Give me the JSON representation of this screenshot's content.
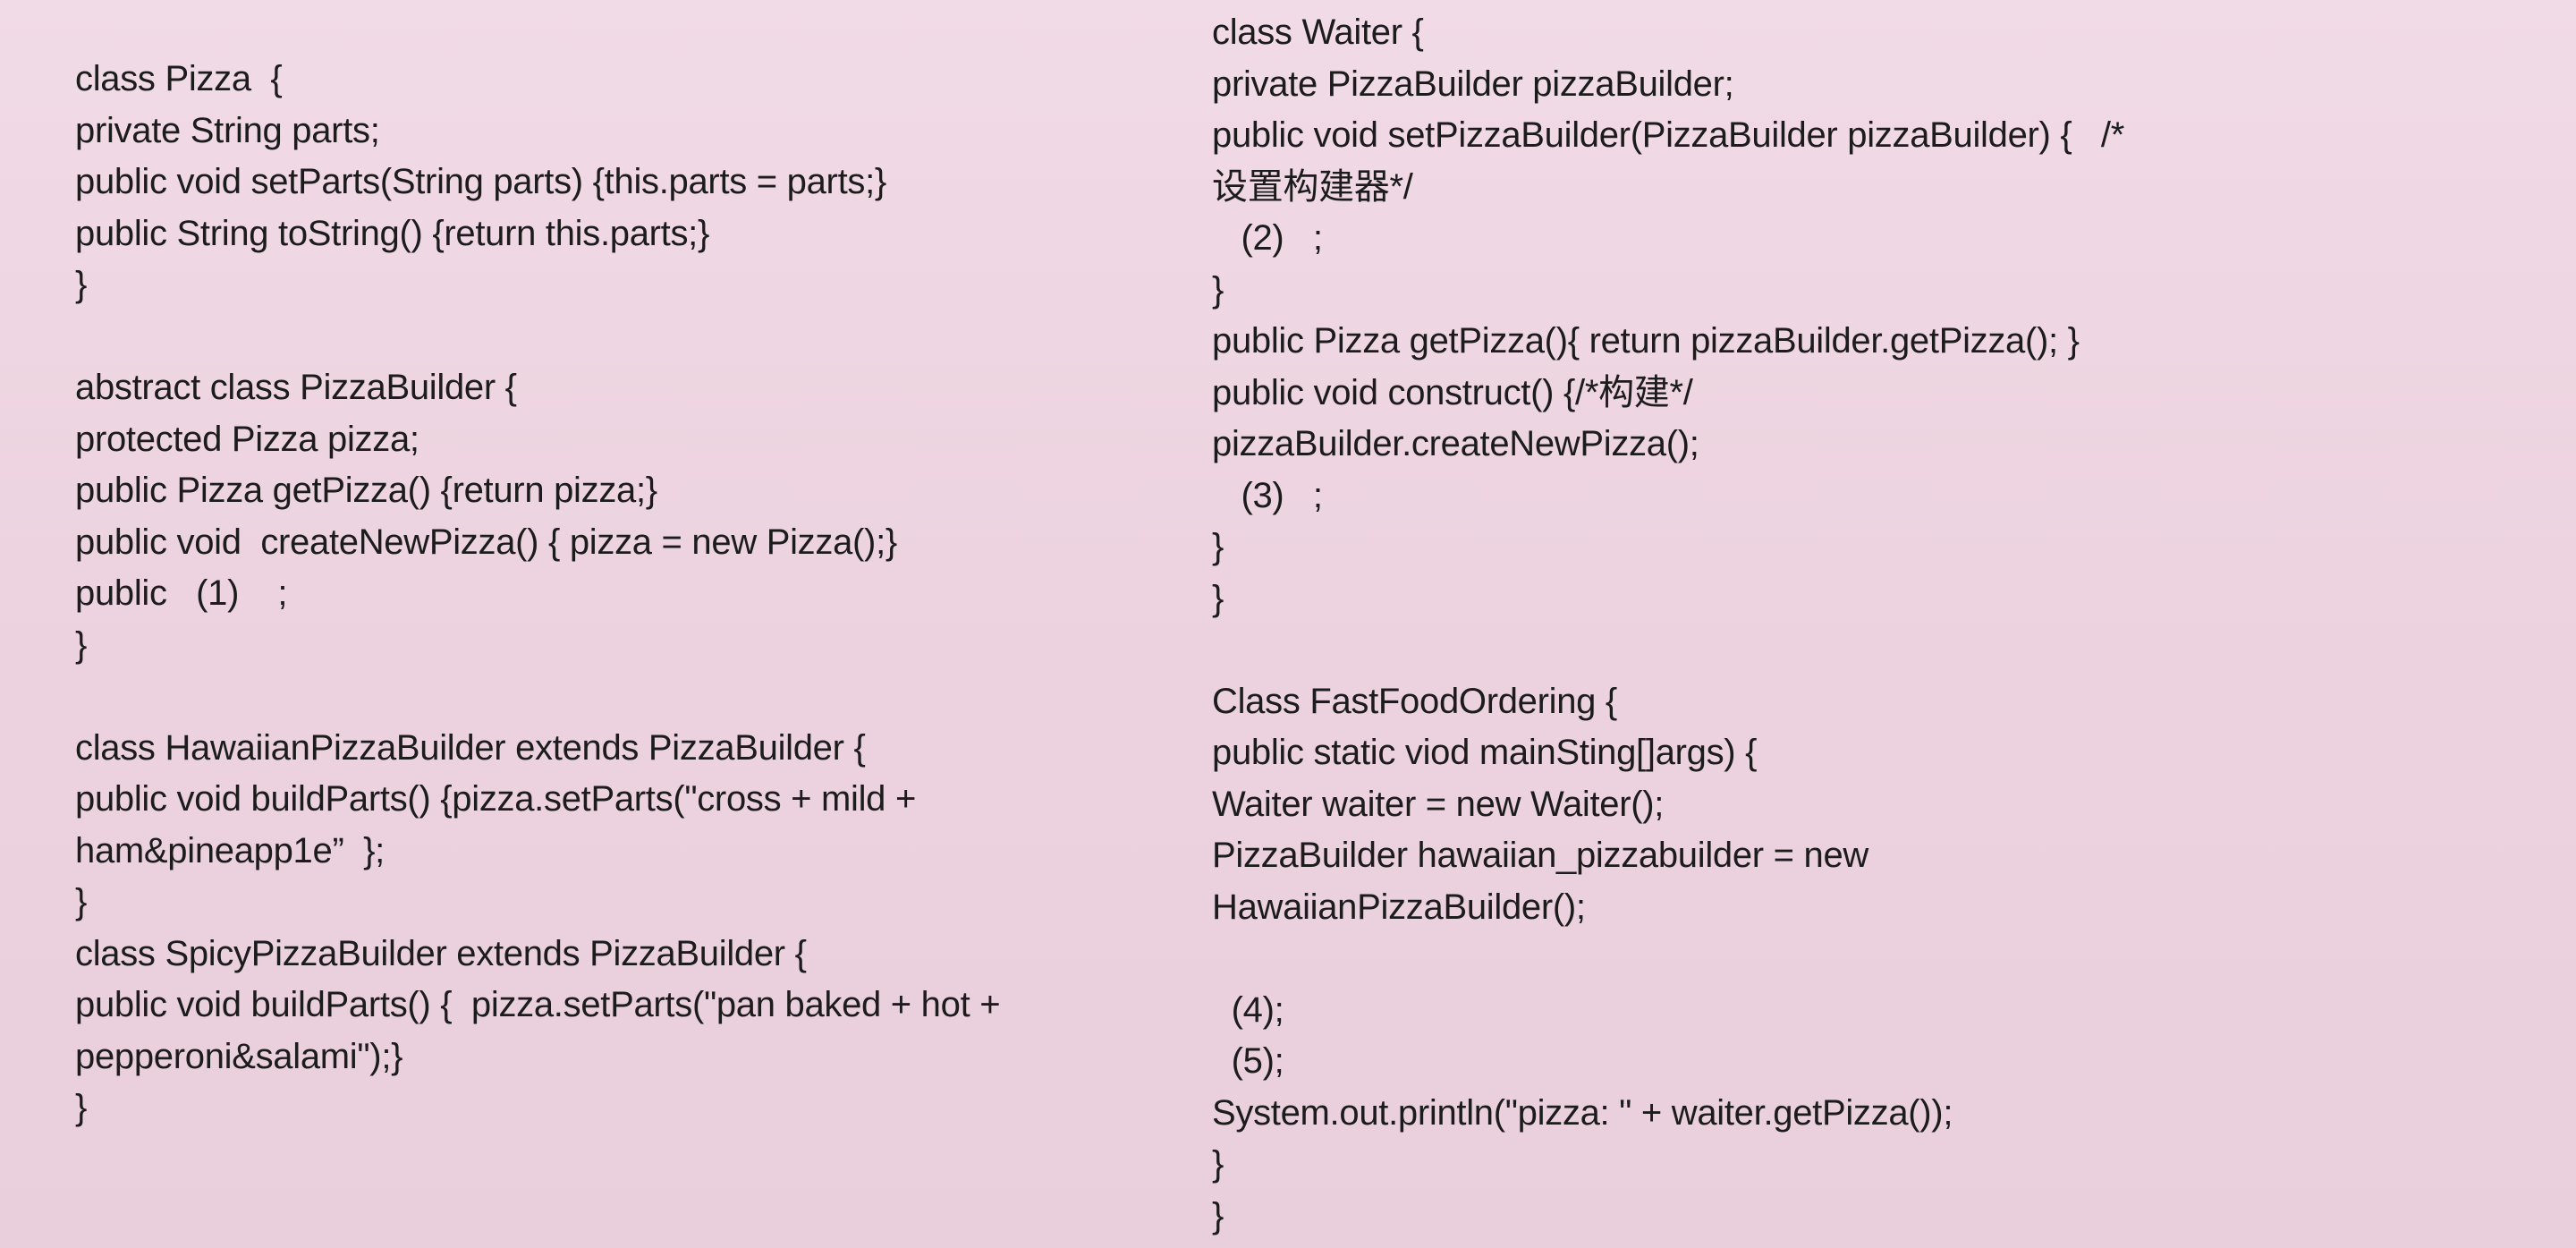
{
  "left_code": {
    "pizza_class": [
      "class Pizza  {",
      "private String parts;",
      "public void setParts(String parts) {this.parts = parts;}",
      "public String toString() {return this.parts;}",
      "}"
    ],
    "pizza_builder_class": [
      "abstract class PizzaBuilder {",
      "protected Pizza pizza;",
      "public Pizza getPizza() {return pizza;}",
      "public void  createNewPizza() { pizza = new Pizza();}",
      "public   (1)    ;",
      "}"
    ],
    "hawaiian_builder_class": [
      "class HawaiianPizzaBuilder extends PizzaBuilder {",
      "public void buildParts() {pizza.setParts(\"cross + mild +",
      "ham&pineapp1e”  };",
      "}"
    ],
    "spicy_builder_class": [
      "class SpicyPizzaBuilder extends PizzaBuilder {",
      "public void buildParts() {  pizza.setParts(\"pan baked + hot +",
      "pepperoni&salami\");}",
      "}"
    ]
  },
  "right_code": {
    "waiter_class": [
      "class Waiter {",
      "private PizzaBuilder pizzaBuilder;",
      "public void setPizzaBuilder(PizzaBuilder pizzaBuilder) {   /*",
      "设置构建器*/",
      "   (2)   ;",
      "}",
      "public Pizza getPizza(){ return pizzaBuilder.getPizza(); }",
      "public void construct() {/*构建*/",
      "pizzaBuilder.createNewPizza();",
      "   (3)   ;",
      "}",
      "}"
    ],
    "ordering_class": [
      "Class FastFoodOrdering {",
      "public static viod mainSting[]args) {",
      "Waiter waiter = new Waiter();",
      "PizzaBuilder hawaiian_pizzabuilder = new",
      "HawaiianPizzaBuilder();"
    ],
    "ordering_tail": [
      "  (4);",
      "  (5);",
      "System.out.println(\"pizza: \" + waiter.getPizza());",
      "}",
      "}"
    ]
  }
}
